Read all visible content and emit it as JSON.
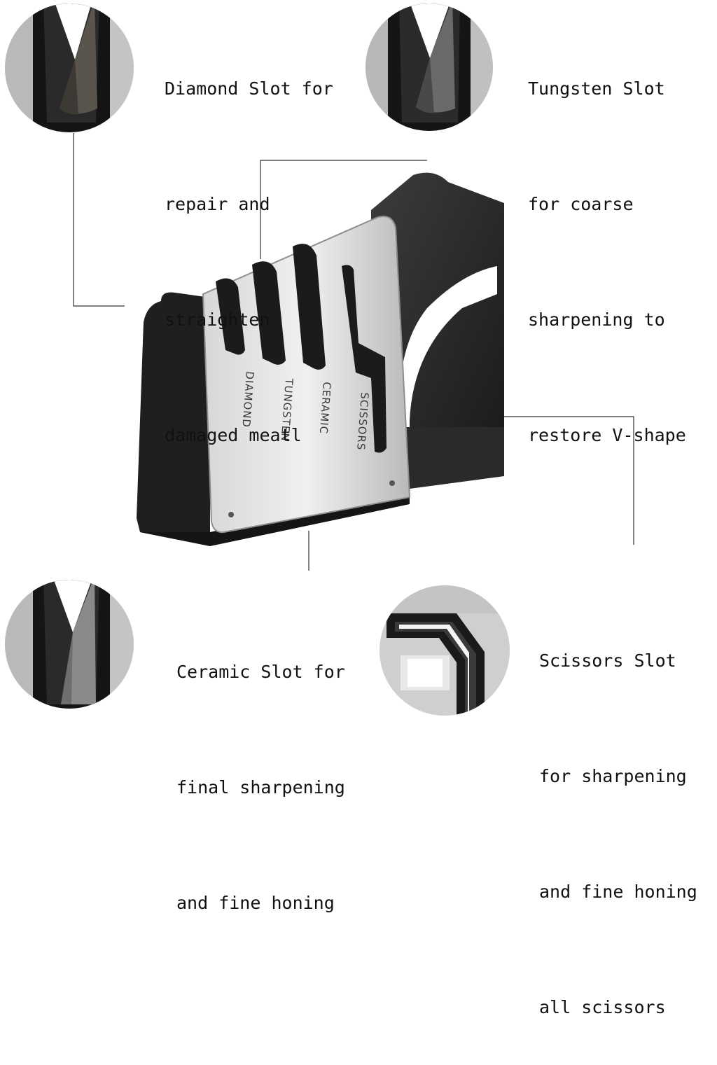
{
  "callouts": {
    "diamond": {
      "lines": [
        "Diamond Slot for",
        "repair and",
        "straighten",
        "damaged meatl"
      ]
    },
    "tungsten": {
      "lines": [
        "Tungsten Slot",
        "for coarse",
        "sharpening to",
        "restore V-shape"
      ]
    },
    "ceramic": {
      "lines": [
        "Ceramic Slot for",
        "final sharpening",
        "and fine honing"
      ]
    },
    "scissors": {
      "lines": [
        "Scissors Slot",
        "for sharpening",
        "and fine honing",
        "all scissors"
      ]
    }
  },
  "product": {
    "slot_labels": [
      "DIAMOND",
      "TUNGSTEN",
      "CERAMIC",
      "SCISSORS"
    ]
  },
  "colors": {
    "body_black": "#1e1e20",
    "steel_plate": "#c9cacc",
    "steel_highlight": "#f2f2f3",
    "leader_line": "#333333"
  }
}
